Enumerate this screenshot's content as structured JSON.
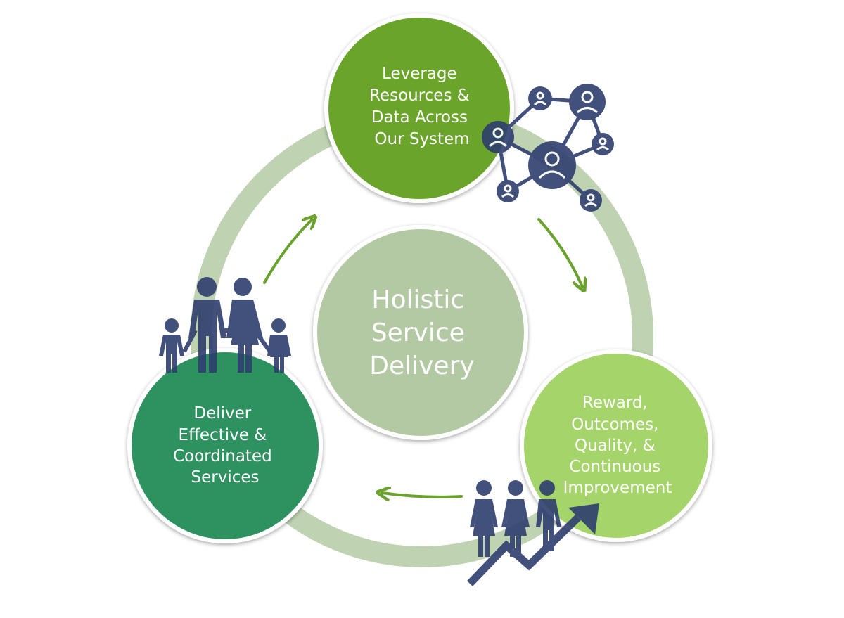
{
  "diagram": {
    "center": {
      "lines": [
        "Holistic",
        "Service",
        "Delivery"
      ],
      "color": "#b3c9a3"
    },
    "ring_color": "#bfd3b3",
    "arrow_color": "#6aa22e",
    "icon_color": "#2e3e6e",
    "nodes": [
      {
        "id": "leverage",
        "lines": [
          "Leverage",
          "Resources &",
          "Data Across",
          "Our System"
        ],
        "color": "#6aa42a",
        "icon": "network-people-icon"
      },
      {
        "id": "reward",
        "lines": [
          "Reward,",
          "Outcomes,",
          "Quality, &",
          "Continuous",
          "Improvement"
        ],
        "color": "#a5d46a",
        "icon": "people-growth-chart-icon"
      },
      {
        "id": "deliver",
        "lines": [
          "Deliver",
          "Effective &",
          "Coordinated",
          "Services"
        ],
        "color": "#2f9160",
        "icon": "family-icon"
      }
    ]
  }
}
